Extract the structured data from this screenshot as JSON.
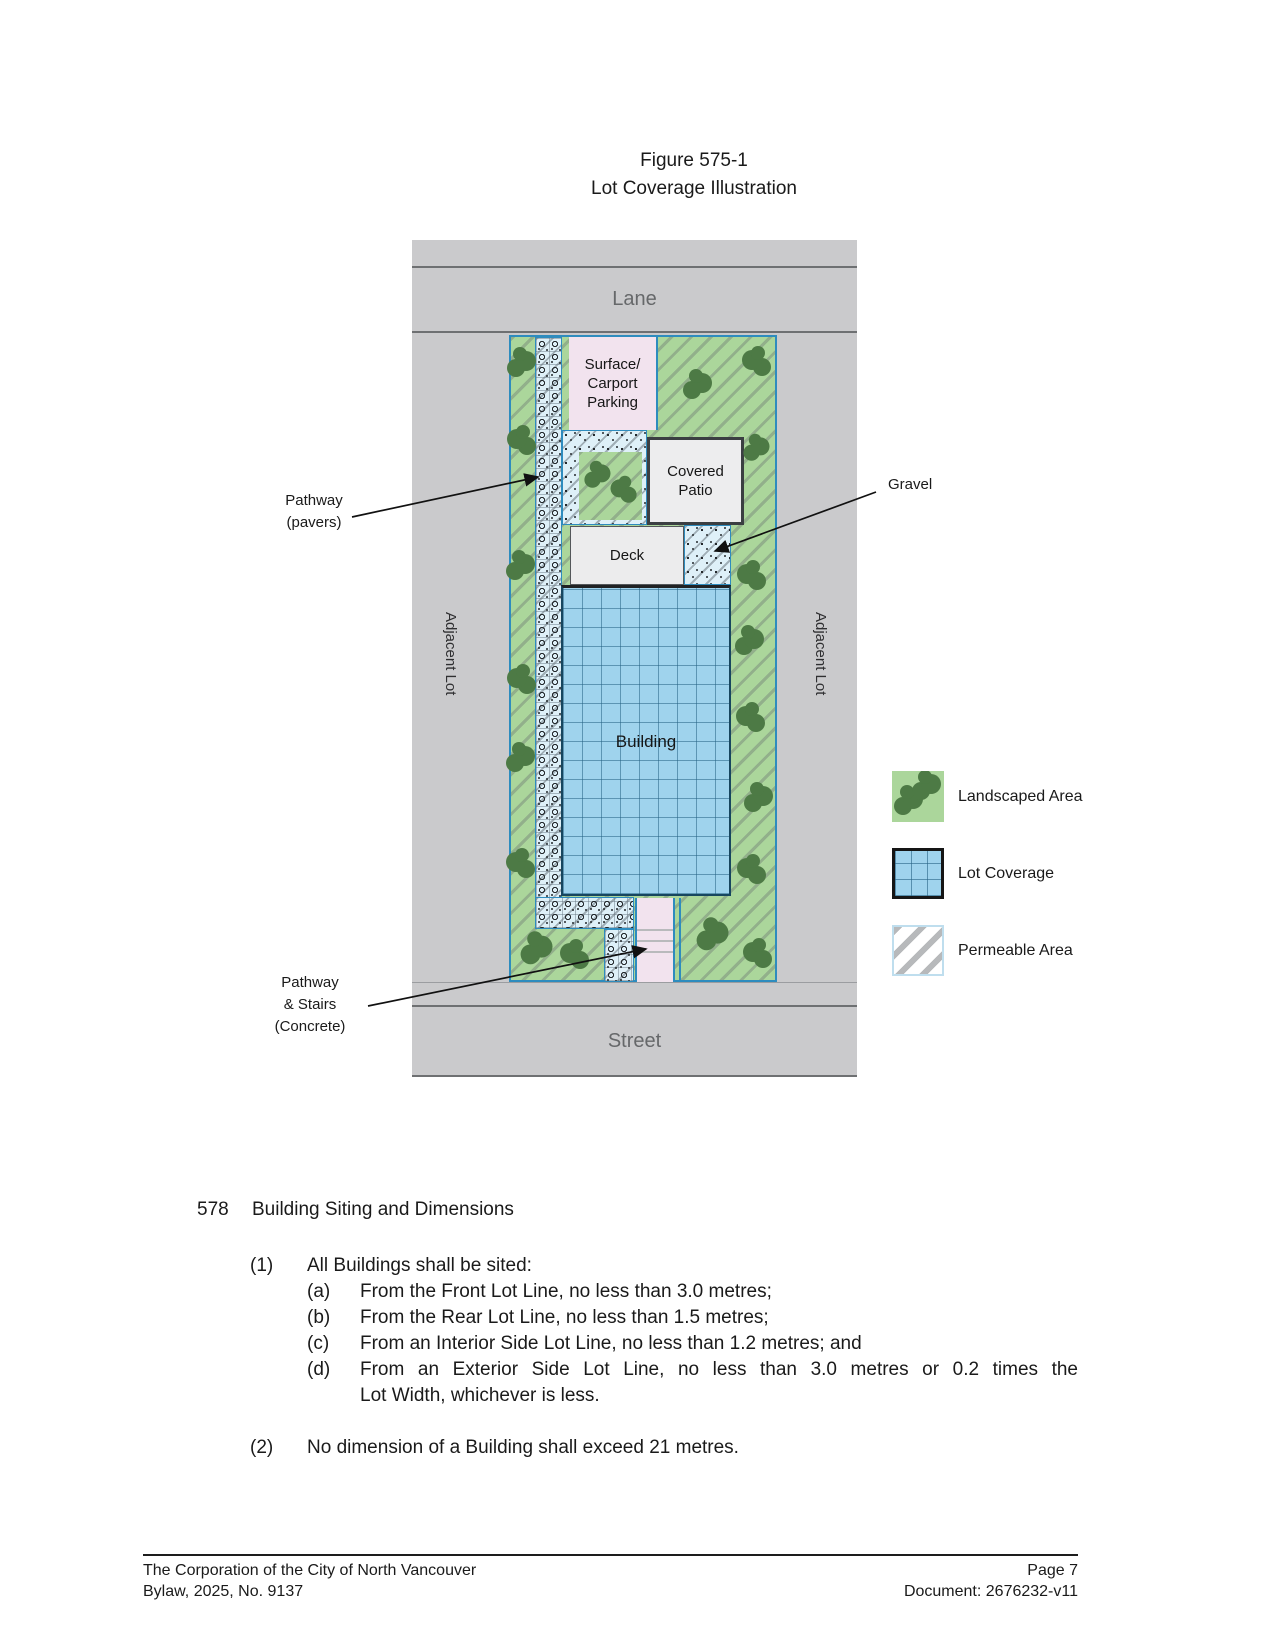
{
  "figure": {
    "title_line1": "Figure 575-1",
    "title_line2": "Lot Coverage Illustration",
    "labels": {
      "lane": "Lane",
      "street": "Street",
      "adjacent_lot_left": "Adjacent Lot",
      "adjacent_lot_right": "Adjacent Lot",
      "parking": [
        "Surface/",
        "Carport",
        "Parking"
      ],
      "covered_patio": [
        "Covered",
        "Patio"
      ],
      "deck": "Deck",
      "building": "Building",
      "gravel": "Gravel",
      "pathway_pavers": [
        "Pathway",
        "(pavers)"
      ],
      "pathway_stairs": [
        "Pathway",
        "& Stairs",
        "(Concrete)"
      ]
    },
    "legend": [
      {
        "label": "Landscaped Area"
      },
      {
        "label": "Lot Coverage"
      },
      {
        "label": "Permeable Area"
      }
    ],
    "colors": {
      "road_gray": "#cacacc",
      "road_line": "#6e7072",
      "lot_border_blue": "#2e8cbe",
      "landscaped_green": "#abd69b",
      "bush_green": "#4d7a45",
      "coverage_blue": "#9fd3ed",
      "permeable_bg": "#def0f8",
      "concrete_pink": "#f2e3ee",
      "structure_gray": "#ededee",
      "text_dark": "#1a1a1a"
    }
  },
  "section": {
    "number": "578",
    "heading": "Building Siting and Dimensions",
    "items": [
      {
        "label": "(1)",
        "text": "All Buildings shall be sited:",
        "subitems": [
          {
            "label": "(a)",
            "text": "From the Front Lot Line, no less than 3.0 metres;"
          },
          {
            "label": "(b)",
            "text": "From the Rear Lot Line, no less than 1.5 metres;"
          },
          {
            "label": "(c)",
            "text": "From an Interior Side Lot Line, no less than 1.2 metres; and"
          },
          {
            "label": "(d)",
            "text": "From an Exterior Side Lot Line, no less than 3.0 metres or 0.2 times the",
            "text2": "Lot Width, whichever is less."
          }
        ]
      },
      {
        "label": "(2)",
        "text": "No dimension of a Building shall exceed 21 metres."
      }
    ]
  },
  "footer": {
    "left_line1": "The Corporation of the City of North Vancouver",
    "left_line2": "Bylaw, 2025, No. 9137",
    "right_line1": "Page 7",
    "right_line2": "Document: 2676232-v11"
  }
}
